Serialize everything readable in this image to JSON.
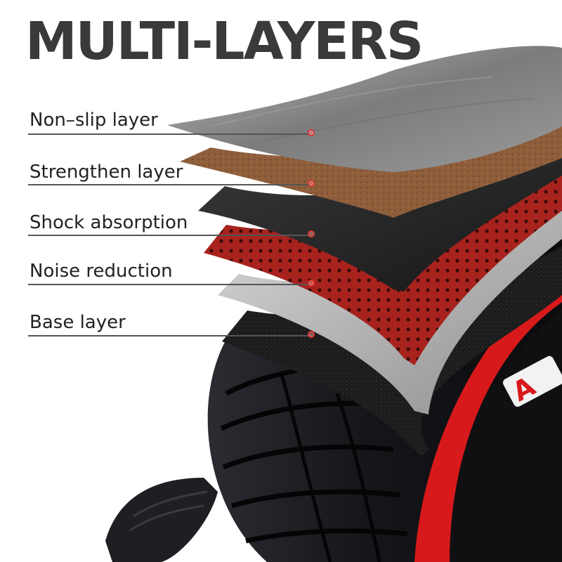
{
  "headline": "MULTI-LAYERS",
  "layers": [
    {
      "label": "Non–slip layer"
    },
    {
      "label": "Strengthen layer"
    },
    {
      "label": "Shock absorption"
    },
    {
      "label": "Noise reduction"
    },
    {
      "label": "Base layer"
    }
  ],
  "wheel_brand_fragment": "A",
  "colors": {
    "headline": "#3a3a3a",
    "label_text": "#222222",
    "marker": "#e8332f",
    "wheel_rim": "#d8191b",
    "tire": "#141518",
    "grey_leather": "#8a8a8a",
    "cork": "#8a5a38",
    "black_foam": "#222222",
    "red_perforated": "#a8231e",
    "silver": "#a9a9a9",
    "black_base": "#1b1b1b"
  }
}
